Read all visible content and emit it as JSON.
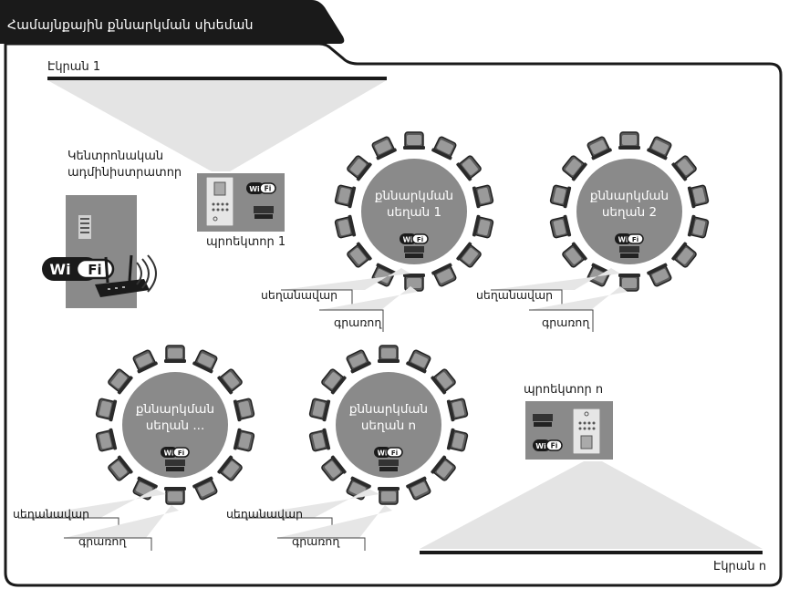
{
  "title": "Համայնքային քննարկման սխեման",
  "screen_1": "Էկրան 1",
  "screen_n": "Էկրան n",
  "central_admin": {
    "line1": "Կենտրոնական",
    "line2": "ադմինիստրատոր"
  },
  "projector_1": "պրոեկտոր 1",
  "projector_n": "պրոեկտոր n",
  "wifi_text": "Wi Fi",
  "tables": [
    {
      "line1": "քննարկման",
      "line2": "սեղան 1"
    },
    {
      "line1": "քննարկման",
      "line2": "սեղան 2"
    },
    {
      "line1": "քննարկման",
      "line2": "սեղան ..."
    },
    {
      "line1": "քննարկման",
      "line2": "սեղան n"
    }
  ],
  "moderator": "սեղանավար",
  "recorder": "գրառող",
  "colors": {
    "dark": "#1a1a1a",
    "table": "#8a8a8a",
    "chair": "#5a5a5a",
    "panel": "#8c8c8c",
    "beam": "#e4e4e4"
  }
}
